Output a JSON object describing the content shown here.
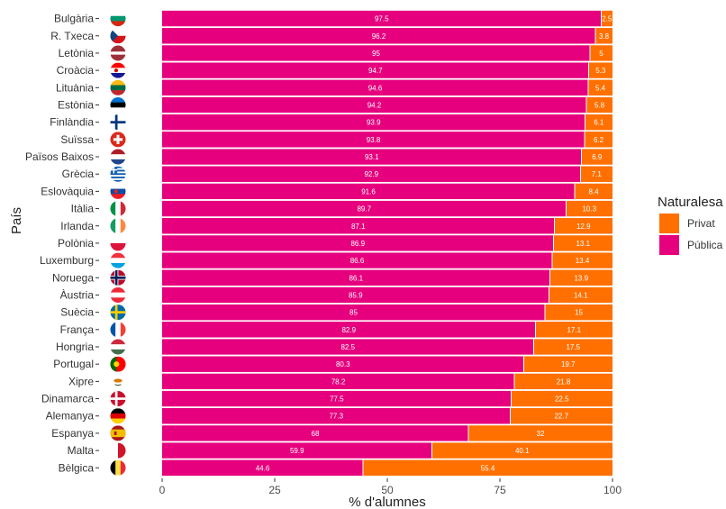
{
  "chart_data": {
    "type": "bar",
    "orientation": "horizontal",
    "stacked": true,
    "xlabel": "% d'alumnes",
    "ylabel": "País",
    "xlim": [
      0,
      100
    ],
    "x_ticks": [
      0,
      25,
      50,
      75,
      100
    ],
    "grid": false,
    "legend": {
      "title": "Naturalesa",
      "placement": "right",
      "entries": [
        {
          "name": "Privat",
          "color": "#FF7000"
        },
        {
          "name": "Pública",
          "color": "#E6007E"
        }
      ]
    },
    "categories": [
      "Bulgària",
      "R. Txeca",
      "Letònia",
      "Croàcia",
      "Lituània",
      "Estònia",
      "Finlàndia",
      "Suïssa",
      "Països Baixos",
      "Grècia",
      "Eslovàquia",
      "Itàlia",
      "Irlanda",
      "Polònia",
      "Luxemburg",
      "Noruega",
      "Àustria",
      "Suècia",
      "França",
      "Hongria",
      "Portugal",
      "Xipre",
      "Dinamarca",
      "Alemanya",
      "Espanya",
      "Malta",
      "Bèlgica"
    ],
    "series": [
      {
        "name": "Pública",
        "color": "#E6007E",
        "values": [
          97.5,
          96.2,
          95,
          94.7,
          94.6,
          94.2,
          93.9,
          93.8,
          93.1,
          92.9,
          91.6,
          89.7,
          87.1,
          86.9,
          86.6,
          86.1,
          85.9,
          85,
          82.9,
          82.5,
          80.3,
          78.2,
          77.5,
          77.3,
          68,
          59.9,
          44.6
        ]
      },
      {
        "name": "Privat",
        "color": "#FF7000",
        "values": [
          2.5,
          3.8,
          5,
          5.3,
          5.4,
          5.8,
          6.1,
          6.2,
          6.9,
          7.1,
          8.4,
          10.3,
          12.9,
          13.1,
          13.4,
          13.9,
          14.1,
          15,
          17.1,
          17.5,
          19.7,
          21.8,
          22.5,
          22.7,
          32,
          40.1,
          55.4
        ]
      }
    ],
    "flag_icons": [
      "bulgaria-flag-icon",
      "czech-flag-icon",
      "latvia-flag-icon",
      "croatia-flag-icon",
      "lithuania-flag-icon",
      "estonia-flag-icon",
      "finland-flag-icon",
      "switzerland-flag-icon",
      "netherlands-flag-icon",
      "greece-flag-icon",
      "slovakia-flag-icon",
      "italy-flag-icon",
      "ireland-flag-icon",
      "poland-flag-icon",
      "luxembourg-flag-icon",
      "norway-flag-icon",
      "austria-flag-icon",
      "sweden-flag-icon",
      "france-flag-icon",
      "hungary-flag-icon",
      "portugal-flag-icon",
      "cyprus-flag-icon",
      "denmark-flag-icon",
      "germany-flag-icon",
      "spain-flag-icon",
      "malta-flag-icon",
      "belgium-flag-icon"
    ]
  }
}
